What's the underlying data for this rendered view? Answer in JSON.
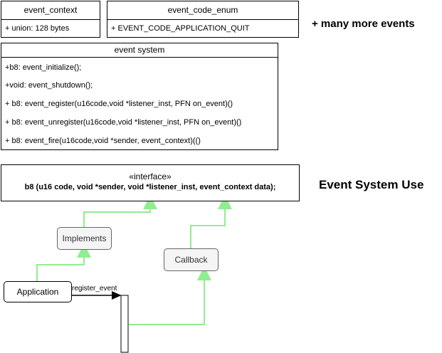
{
  "event_context": {
    "title": "event_context",
    "field": "+ union: 128 bytes"
  },
  "event_code_enum": {
    "title": "event_code_enum",
    "field": "+ EVENT_CODE_APPLICATION_QUIT"
  },
  "more_events_note": "+ many more events",
  "event_system": {
    "title": "event system",
    "methods": [
      "+b8: event_initialize();",
      "+void: event_shutdown();",
      "+ b8: event_register(u16code,void *listener_inst, PFN on_event)()",
      "+ b8: event_unregister(u16code,void *listener_inst, PFN on_event)()",
      "+ b8: event_fire(u16code,void *sender, event_context)(()"
    ]
  },
  "interface": {
    "stereotype": "«interface»",
    "signature": "b8 (u16 code, void *sender, void *listener_inst, event_context data);"
  },
  "section_title": "Event System Use",
  "implements_label": "Implements",
  "callback_label": "Callback",
  "application_label": "Application",
  "register_event_label": "register_event",
  "colors": {
    "arrow_green": "#90EE90",
    "line": "#000000",
    "pill_fill": "#f5f5f5"
  }
}
